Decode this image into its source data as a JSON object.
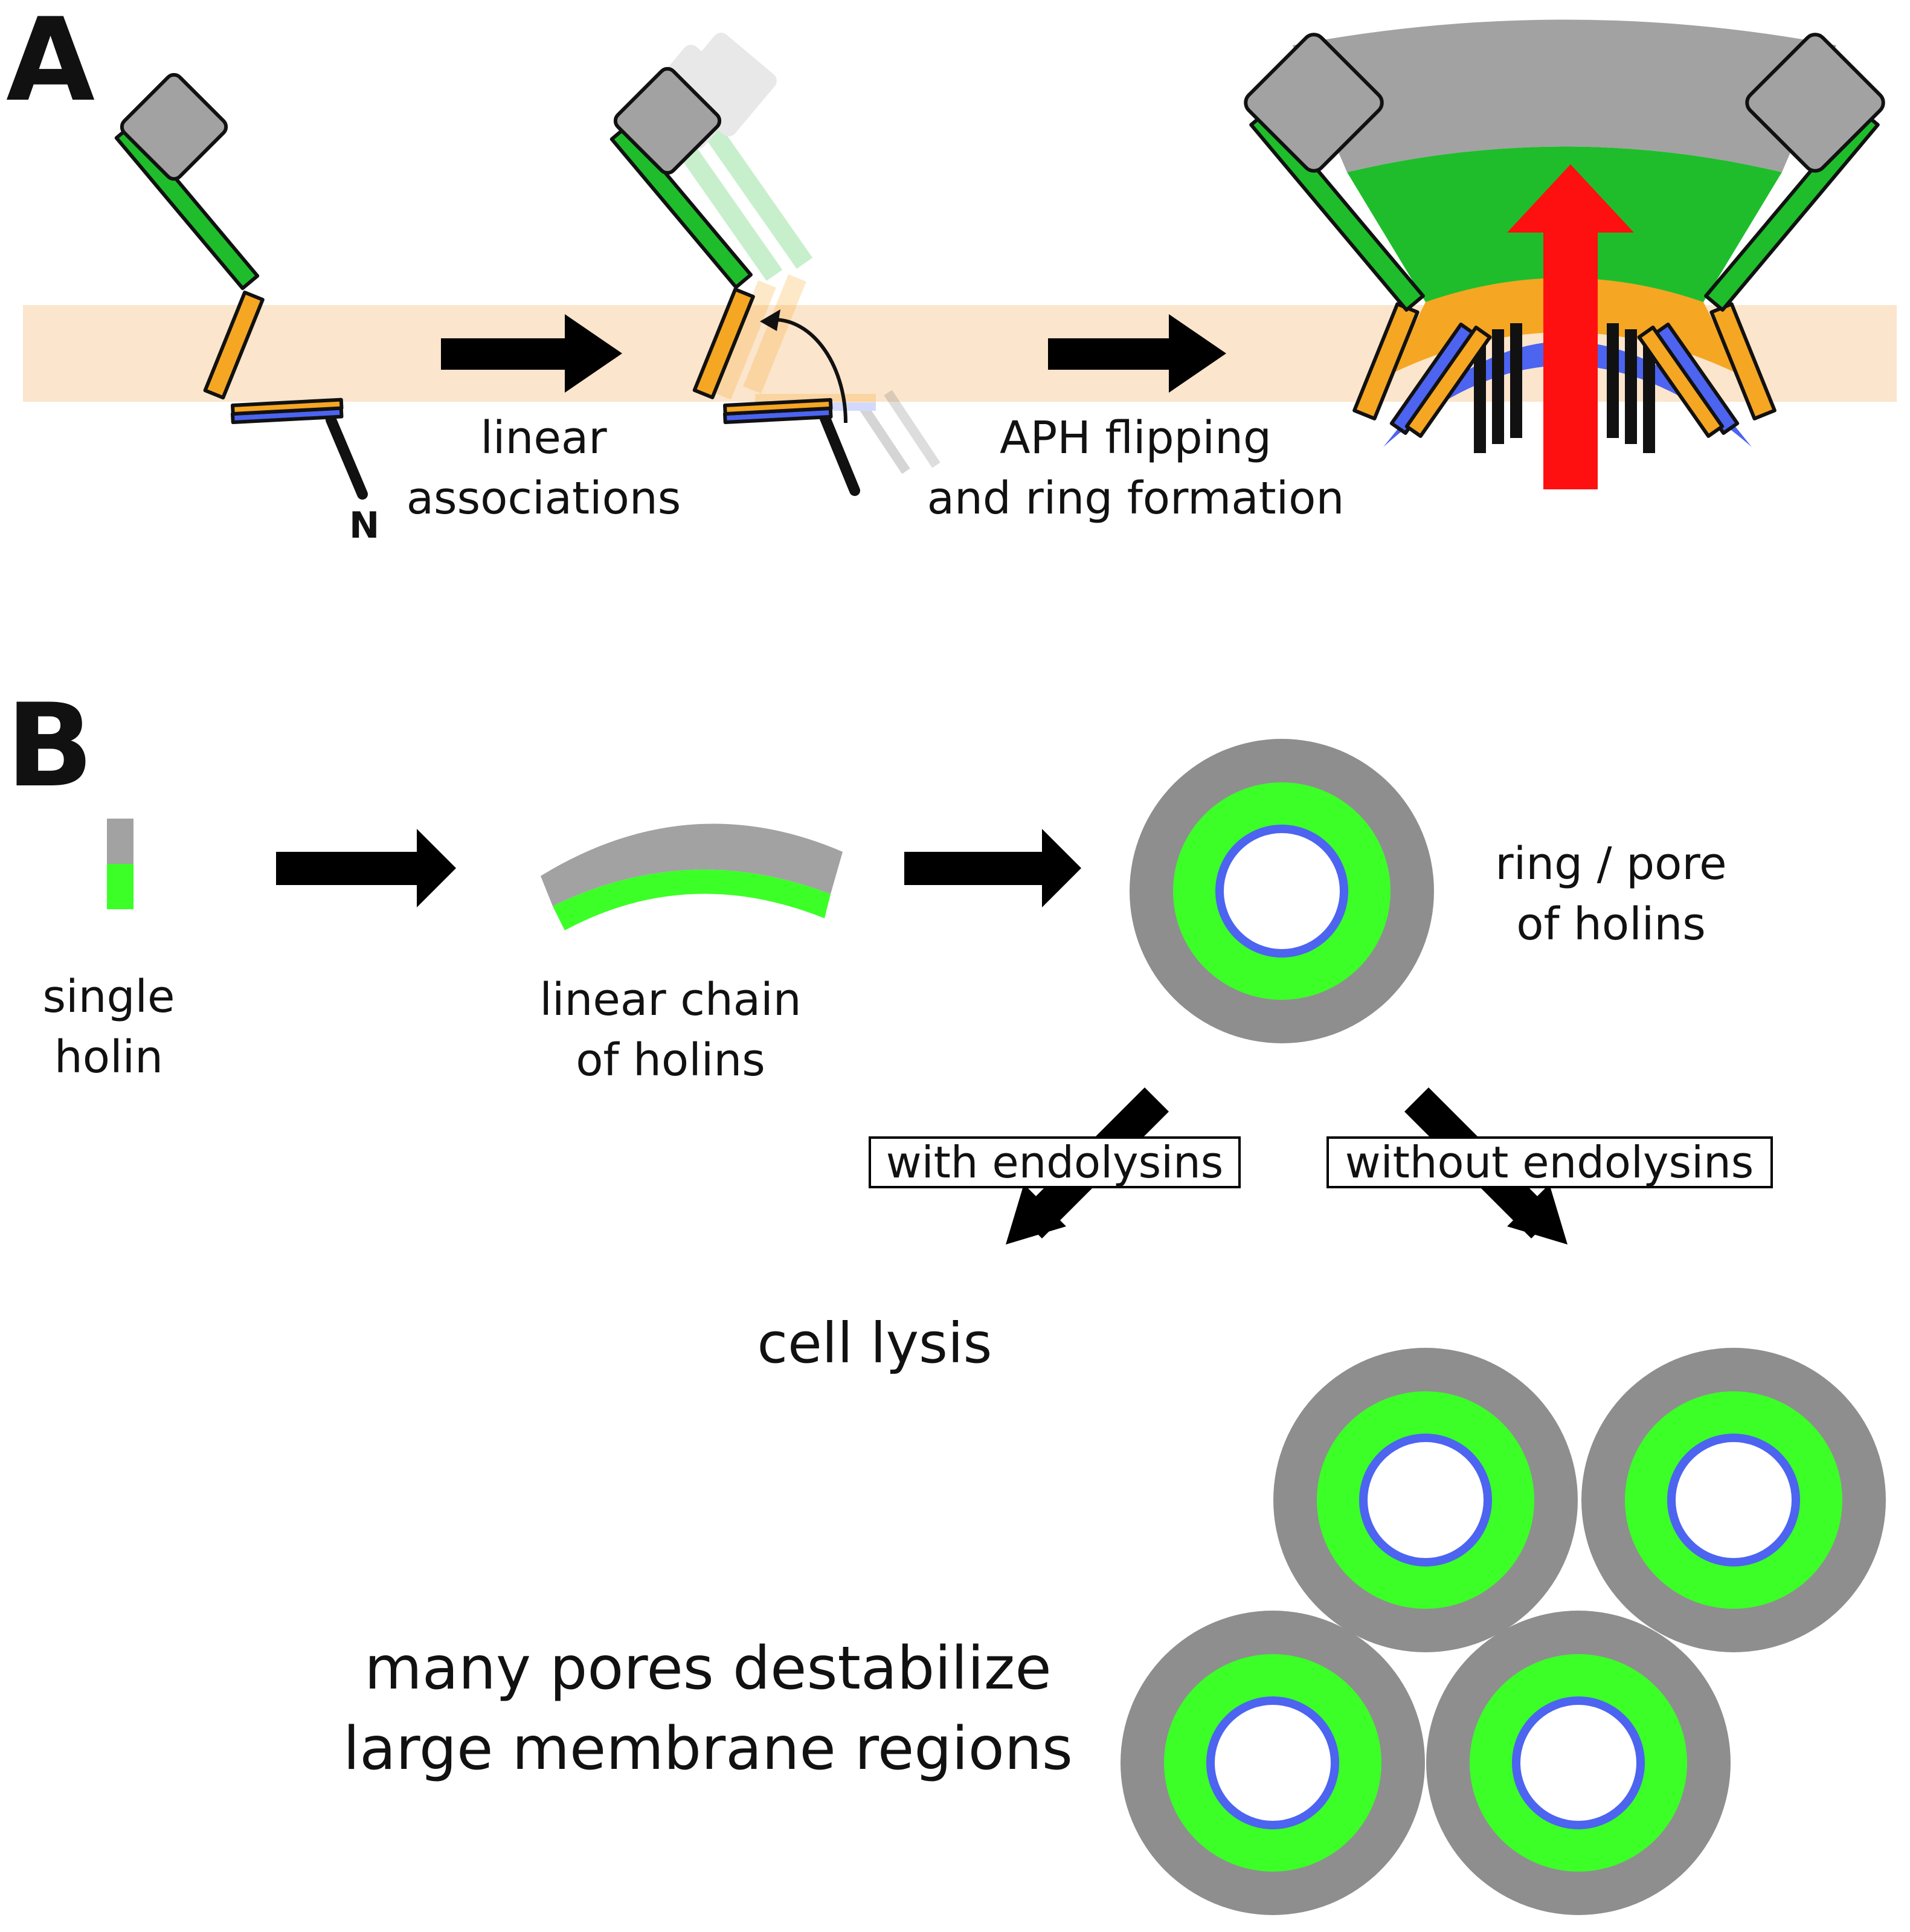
{
  "panel_a": {
    "label": "A",
    "n_terminus": "N",
    "step1": {
      "line1": "linear",
      "line2": "associations"
    },
    "step2": {
      "line1": "APH flipping",
      "line2": "and ring formation"
    }
  },
  "panel_b": {
    "label": "B",
    "single": {
      "line1": "single",
      "line2": "holin"
    },
    "chain": {
      "line1": "linear chain",
      "line2": "of holins"
    },
    "ring": {
      "line1": "ring / pore",
      "line2": "of holins"
    },
    "with_box": "with endolysins",
    "without_box": "without endolysins",
    "lysis": "cell lysis",
    "many": {
      "line1": "many pores destabilize",
      "line2": "large membrane regions"
    }
  },
  "colors": {
    "membrane": "#fbe5cc",
    "head": "#a2a2a2",
    "green": "#1fbd2c",
    "bright_green": "#3cff28",
    "orange": "#f5a623",
    "blue": "#4c64f0",
    "ring_grey": "#8e8e8e",
    "arrow_red": "#ff1010"
  }
}
